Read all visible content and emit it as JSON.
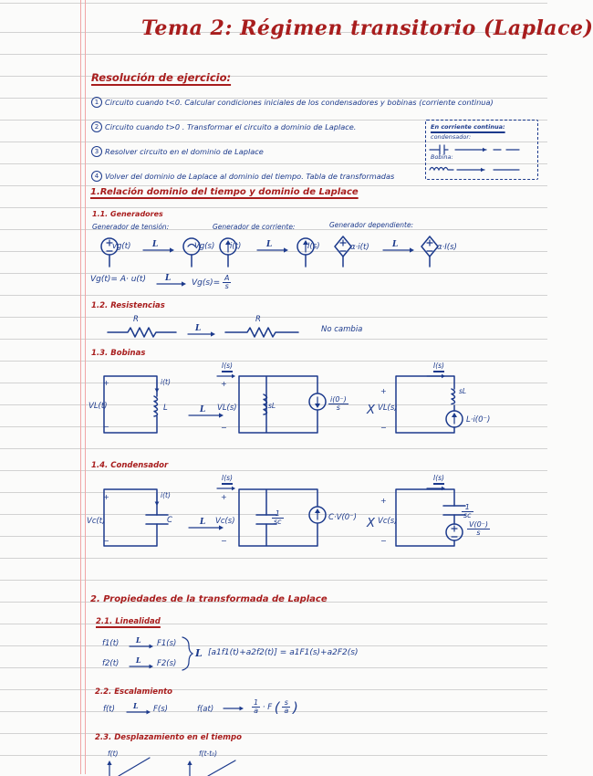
{
  "page": {
    "title": "Tema 2: Régimen transitorio (Laplace)",
    "ink_blue": "#1c3a8c",
    "ink_red": "#a81d1d",
    "paper": "#fbfbfa"
  },
  "resolucion": {
    "heading": "Resolución de ejercicio:",
    "steps": [
      {
        "num": "1",
        "text": "Circuito cuando  t<0. Calcular condiciones iniciales de los condensadores y bobinas (corriente continua)"
      },
      {
        "num": "2",
        "text": "Circuito cuando  t>0 . Transformar el circuito a dominio de Laplace."
      },
      {
        "num": "3",
        "text": "Resolver circuito en el dominio  de Laplace"
      },
      {
        "num": "4",
        "text": "Volver del dominio de Laplace  al dominio del tiempo. Tabla de transformadas"
      }
    ]
  },
  "dc_note": {
    "heading": "En corriente continua:",
    "cap_label": "condensador:",
    "ind_label": "Bobina:"
  },
  "section1": {
    "heading": "1.Relación  dominio  del tiempo  y dominio de Laplace",
    "sub1": {
      "heading": "1.1. Generadores",
      "gen_voltage_label": "Generador de tensión:",
      "gen_current_label": "Generador de corriente:",
      "gen_dependent_label": "Generador dependiente:",
      "v_time": "vg(t)",
      "v_lap": "Vg(s)",
      "i_time": "i(t)",
      "i_lap": "I(s)",
      "dep_time": "α·i(t)",
      "dep_lap": "α·I(s)",
      "equation_left": "Vg(t)= A· u(t)",
      "equation_right": "Vg(s)=",
      "equation_frac_n": "A",
      "equation_frac_d": "s"
    },
    "sub2": {
      "heading": "1.2. Resistencias",
      "r_label": "R",
      "note": "No  cambia"
    },
    "sub3": {
      "heading": "1.3. Bobinas",
      "v_time": "VL(t)",
      "i_time": "i(t)",
      "L": "L",
      "I_s": "I(s)",
      "v_lap": "VL(s)",
      "sL": "sL",
      "src_par_n": "i(0⁻)",
      "src_par_d": "s",
      "src_ser": "L·i(0⁻)"
    },
    "sub4": {
      "heading": "1.4. Condensador",
      "v_time": "Vc(t)",
      "i_time": "i(t)",
      "C": "C",
      "I_s": "I(s)",
      "v_lap": "Vc(s)",
      "imp_n": "1",
      "imp_d": "sc",
      "src_par": "C·V(0⁻)",
      "src_ser_n": "V(0⁻)",
      "src_ser_d": "s"
    }
  },
  "section2": {
    "heading": "2. Propiedades de la  transformada de Laplace",
    "sub1": {
      "heading": "2.1. Linealidad",
      "line1_left": "f1(t)",
      "line1_right": "F1(s)",
      "line2_left": "f2(t)",
      "line2_right": "F2(s)",
      "formula": "[a1f1(t)+a2f2(t)] = a1F1(s)+a2F2(s)"
    },
    "sub2": {
      "heading": "2.2. Escalamiento",
      "left": "f(t)",
      "left_res": "F(s)",
      "right": "f(at)",
      "right_frac_n": "1",
      "right_frac_d": "a",
      "right_tail": "· F",
      "right_arg_n": "s",
      "right_arg_d": "a"
    },
    "sub3": {
      "heading": "2.3. Desplazamiento  en el tiempo",
      "graph1_label": "f(t)",
      "graph2_label": "f(t-t₀)"
    }
  },
  "symbols": {
    "laplace": "L",
    "arrow": "→",
    "plus": "+",
    "minus": "−",
    "cross": "X"
  }
}
